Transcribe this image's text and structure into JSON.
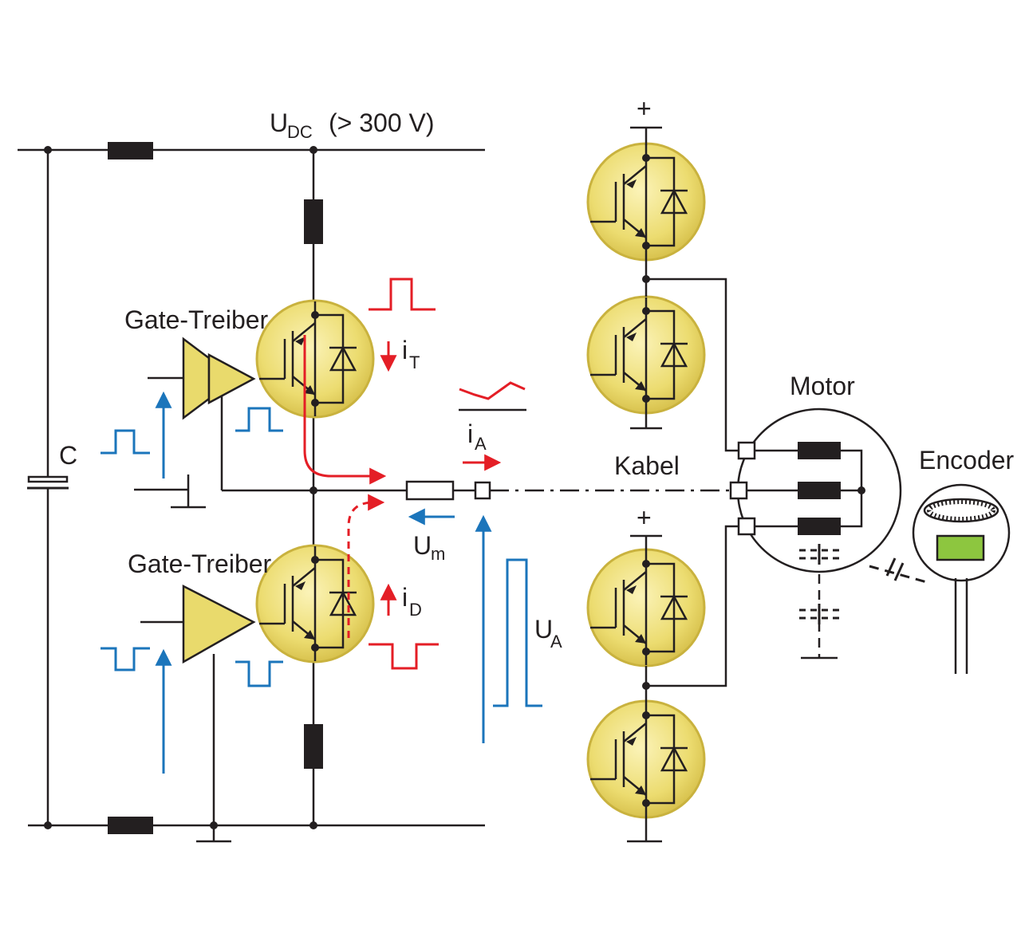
{
  "labels": {
    "udc": "U",
    "udc_sub": "DC",
    "udc_value": "(> 300 V)",
    "gate_driver_top": "Gate-Treiber",
    "gate_driver_bottom": "Gate-Treiber",
    "capacitor": "C",
    "it": "i",
    "it_sub": "T",
    "id": "i",
    "id_sub": "D",
    "ia": "i",
    "ia_sub": "A",
    "um": "U",
    "um_sub": "m",
    "ua": "U",
    "ua_sub": "A",
    "cable": "Kabel",
    "motor": "Motor",
    "encoder": "Encoder",
    "plus_top": "+",
    "plus_bottom": "+"
  },
  "colors": {
    "wire": "#231f20",
    "transistor_fill": "#e9da6c",
    "transistor_edge": "#c9b23e",
    "current_red": "#e41e26",
    "signal_blue": "#1b75bb",
    "encoder_window": "#8dc63f"
  }
}
